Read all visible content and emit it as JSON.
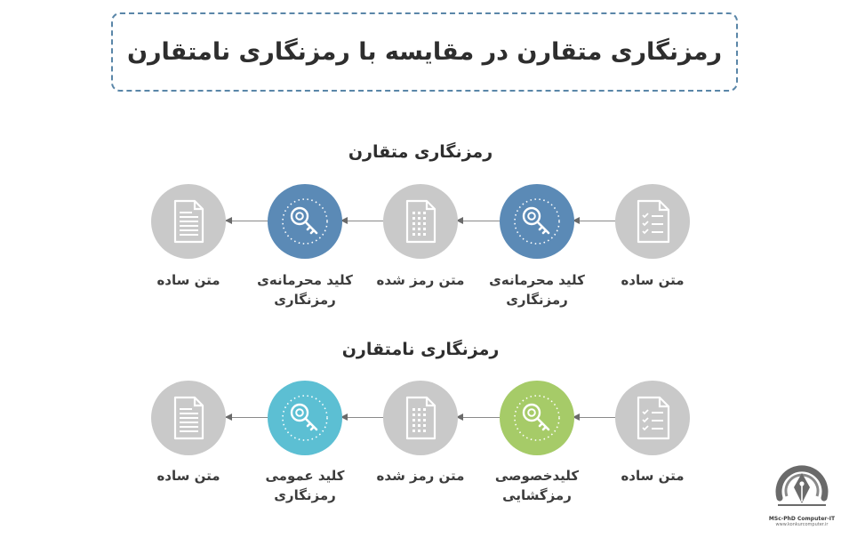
{
  "title": "رمزنگاری متقارن در مقایسه با رمزنگاری نامتقارن",
  "sections": [
    {
      "title": "رمزنگاری متقارن",
      "steps": [
        {
          "label": "متن ساده",
          "icon": "checklist-document-icon",
          "color": "#c9c9c9"
        },
        {
          "label": "کلید محرمانه‌ی رمزنگاری",
          "icon": "key-icon",
          "color": "#5b8ab6"
        },
        {
          "label": "متن رمز شده",
          "icon": "encrypted-document-icon",
          "color": "#c9c9c9"
        },
        {
          "label": "کلید محرمانه‌ی رمزنگاری",
          "icon": "key-icon",
          "color": "#5b8ab6"
        },
        {
          "label": "متن ساده",
          "icon": "text-document-icon",
          "color": "#c9c9c9"
        }
      ]
    },
    {
      "title": "رمزنگاری نامتقارن",
      "steps": [
        {
          "label": "متن ساده",
          "icon": "checklist-document-icon",
          "color": "#c9c9c9"
        },
        {
          "label": "کلیدخصوصی رمزگشایی",
          "icon": "key-icon",
          "color": "#a6cb68"
        },
        {
          "label": "متن رمز شده",
          "icon": "encrypted-document-icon",
          "color": "#c9c9c9"
        },
        {
          "label": "کلید عمومی رمزنگاری",
          "icon": "key-icon",
          "color": "#5cbfd3"
        },
        {
          "label": "متن ساده",
          "icon": "text-document-icon",
          "color": "#c9c9c9"
        }
      ]
    }
  ],
  "logo": {
    "line1": "MSc-PhD Computer-IT",
    "line2": "www.konkurcomputer.ir"
  }
}
